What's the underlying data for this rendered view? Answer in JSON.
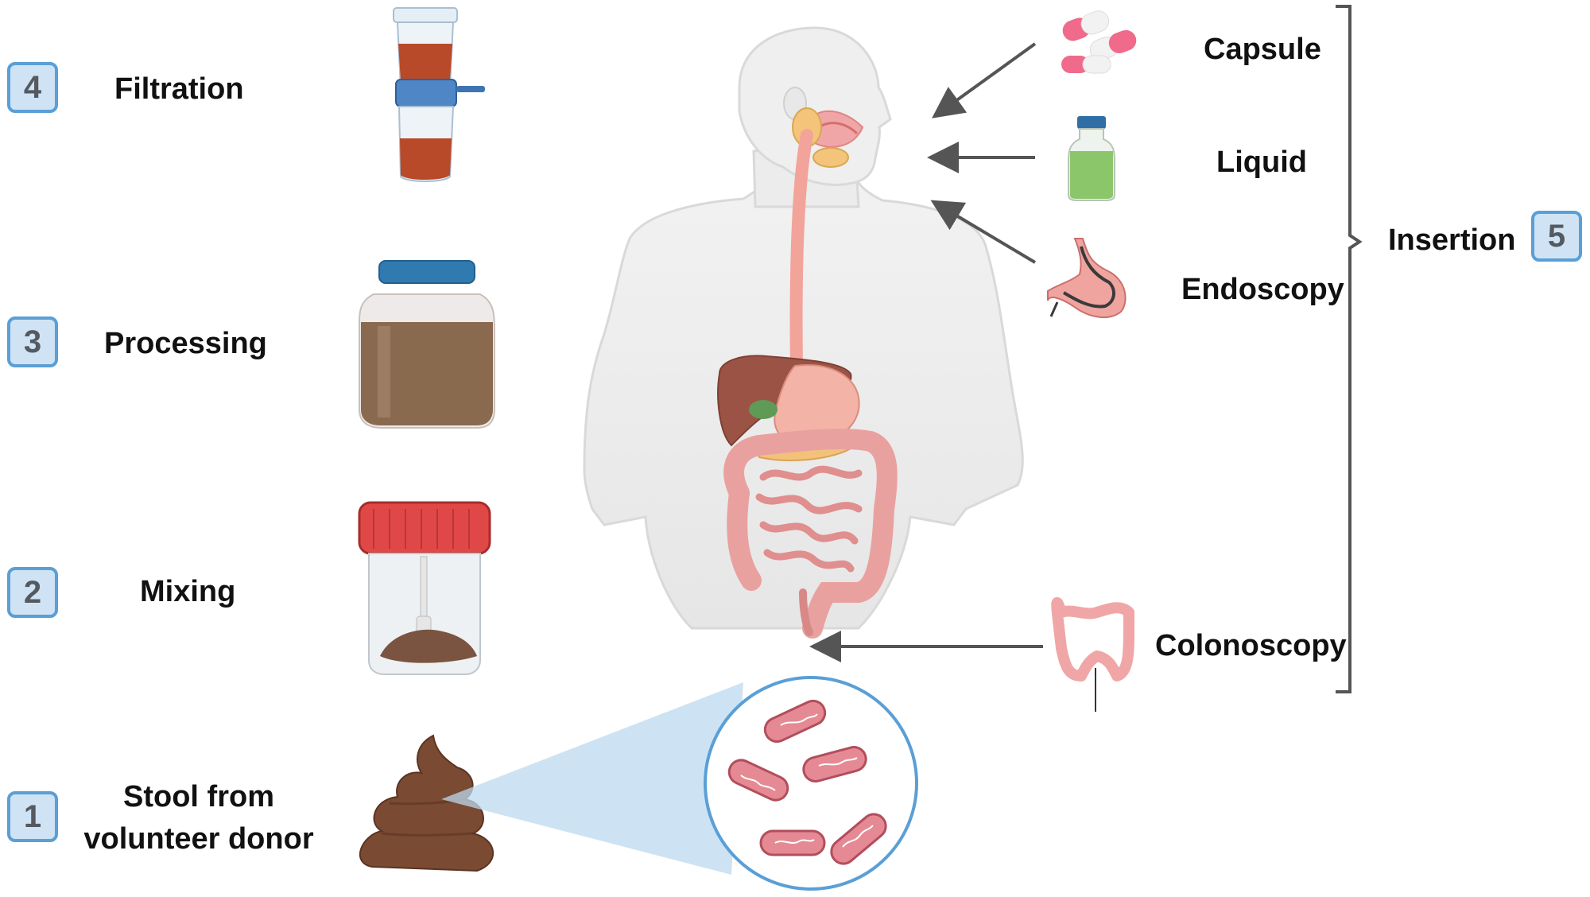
{
  "steps": [
    {
      "number": "1",
      "label_line1": "Stool from",
      "label_line2": "volunteer donor"
    },
    {
      "number": "2",
      "label": "Mixing"
    },
    {
      "number": "3",
      "label": "Processing"
    },
    {
      "number": "4",
      "label": "Filtration"
    },
    {
      "number": "5",
      "label": "Insertion"
    }
  ],
  "routes": [
    {
      "label": "Capsule",
      "icon": "capsule-icon"
    },
    {
      "label": "Liquid",
      "icon": "liquid-bottle-icon"
    },
    {
      "label": "Endoscopy",
      "icon": "stomach-endoscope-icon"
    },
    {
      "label": "Colonoscopy",
      "icon": "colon-icon"
    }
  ],
  "colors": {
    "badge_border": "#5a9fd6",
    "badge_fill": "#cfe3f5",
    "stool": "#7a4a32",
    "bacteria": "#e58a94",
    "arrow": "#555555"
  }
}
